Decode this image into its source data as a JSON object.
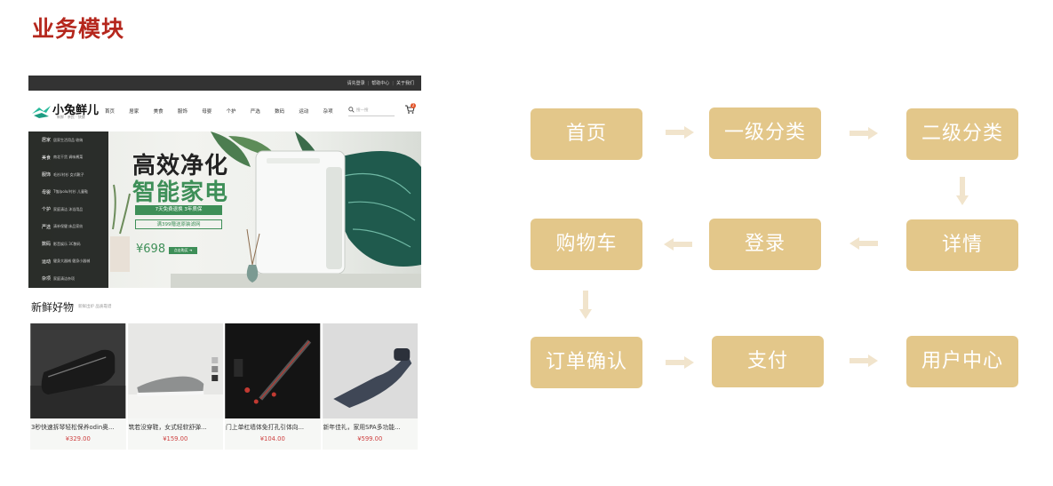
{
  "title": "业务模块",
  "mockup": {
    "topbar": {
      "links": [
        "请先登录",
        "帮助中心",
        "关于我们"
      ]
    },
    "logo": {
      "text": "小兔鲜儿",
      "sub": "新鲜 · 亲民 · 快捷"
    },
    "nav": [
      "首页",
      "居家",
      "美食",
      "服饰",
      "母婴",
      "个护",
      "严选",
      "数码",
      "运动",
      "杂项"
    ],
    "search_placeholder": "搜一搜",
    "cart_count": "2",
    "categories": [
      {
        "main": "居家",
        "sub": "居家生活用品 收纳"
      },
      {
        "main": "美食",
        "sub": "南北干货 调味酱菜"
      },
      {
        "main": "服饰",
        "sub": "毛衫/衬衫 女式靴子"
      },
      {
        "main": "母婴",
        "sub": "T恤/polo/衬衫 儿童鞋"
      },
      {
        "main": "个护",
        "sub": "家庭清洁 沐浴用品"
      },
      {
        "main": "严选",
        "sub": "清补保健 床品家纺"
      },
      {
        "main": "数码",
        "sub": "影音娱乐 3C数码"
      },
      {
        "main": "运动",
        "sub": "健身大器械 健身小器械"
      },
      {
        "main": "杂项",
        "sub": "家庭清洁杂项"
      }
    ],
    "banner": {
      "headline1": "高效净化",
      "headline2": "智能家电",
      "pill1": "7天免费退换 3年质保",
      "pill2": "满399赠送原装滤网",
      "price": "¥698",
      "buy": "点击购买 ➔"
    },
    "fresh": {
      "title": "新鲜好物",
      "sub": "新鲜出炉 品质靠谱"
    },
    "products": [
      {
        "name": "3秒快速拆琴轻松保养odin奥...",
        "price": "¥329.00"
      },
      {
        "name": "筑若没穿鞋，女式轻软舒弹...",
        "price": "¥159.00"
      },
      {
        "name": "门上单杠墙体免打孔引体向...",
        "price": "¥104.00"
      },
      {
        "name": "新年佳礼，家用SPA多功能...",
        "price": "¥599.00"
      }
    ]
  },
  "flow": {
    "nodes": [
      "首页",
      "一级分类",
      "二级分类",
      "详情",
      "登录",
      "购物车",
      "订单确认",
      "支付",
      "用户中心"
    ],
    "node_color": "#e3c78a",
    "arrow_color": "#f1e4cc"
  }
}
